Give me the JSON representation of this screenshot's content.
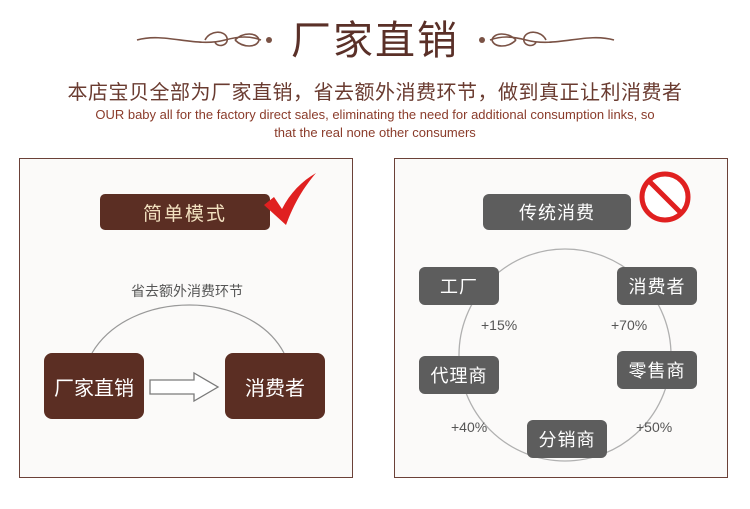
{
  "header": {
    "title": "厂家直销",
    "subtitle": "本店宝贝全部为厂家直销，省去额外消费环节，做到真正让利消费者",
    "english_line1": "OUR baby all for the factory direct sales, eliminating the need for additional consumption links, so",
    "english_line2": "that the real none other consumers"
  },
  "left_panel": {
    "mode_label": "简单模式",
    "arc_label": "省去额外消费环节",
    "from_label": "厂家直销",
    "to_label": "消费者"
  },
  "right_panel": {
    "mode_label": "传统消费",
    "nodes": {
      "factory": "工厂",
      "consumer": "消费者",
      "agent": "代理商",
      "retailer": "零售商",
      "distributor": "分销商"
    },
    "markups": {
      "factory_to_agent": "+15%",
      "agent_to_distributor": "+40%",
      "distributor_to_retailer": "+50%",
      "retailer_to_consumer": "+70%"
    }
  },
  "colors": {
    "brown": "#5b2e23",
    "gray": "#5d5d5d",
    "check_red": "#e02020"
  }
}
